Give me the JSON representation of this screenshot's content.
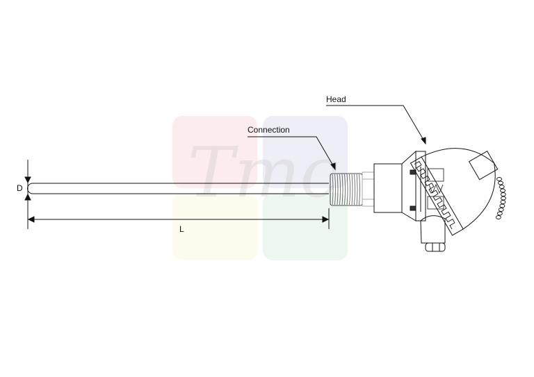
{
  "labels": {
    "head": "Head",
    "connection": "Connection",
    "diameter": "D",
    "length": "L"
  },
  "watermark": {
    "text": "Tmc",
    "colors": [
      "#fdeced",
      "#eeeff6",
      "#fefcef",
      "#eef6f0"
    ]
  }
}
